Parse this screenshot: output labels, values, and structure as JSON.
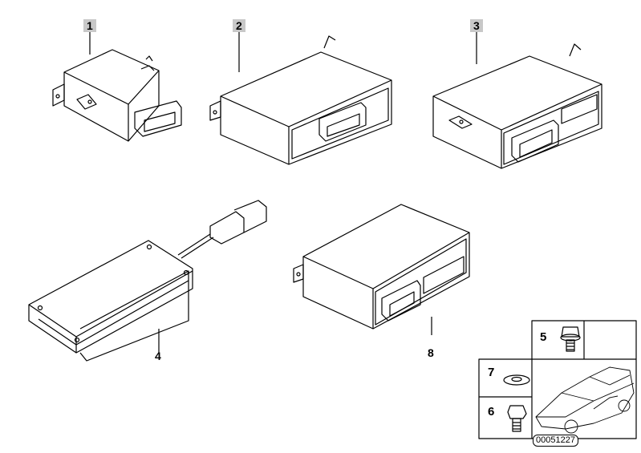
{
  "diagram": {
    "callouts": [
      {
        "id": "1",
        "label": "1",
        "highlighted": true
      },
      {
        "id": "2",
        "label": "2",
        "highlighted": true
      },
      {
        "id": "3",
        "label": "3",
        "highlighted": true
      },
      {
        "id": "4",
        "label": "4",
        "highlighted": false
      },
      {
        "id": "8",
        "label": "8",
        "highlighted": false
      }
    ],
    "hardware_table": [
      {
        "label": "5",
        "part": "flange-bolt-icon"
      },
      {
        "label": "7",
        "part": "washer-icon"
      },
      {
        "label": "6",
        "part": "hex-bolt-icon"
      }
    ],
    "reference_number": "00051227",
    "highlight_color": "#c8c8c8"
  }
}
